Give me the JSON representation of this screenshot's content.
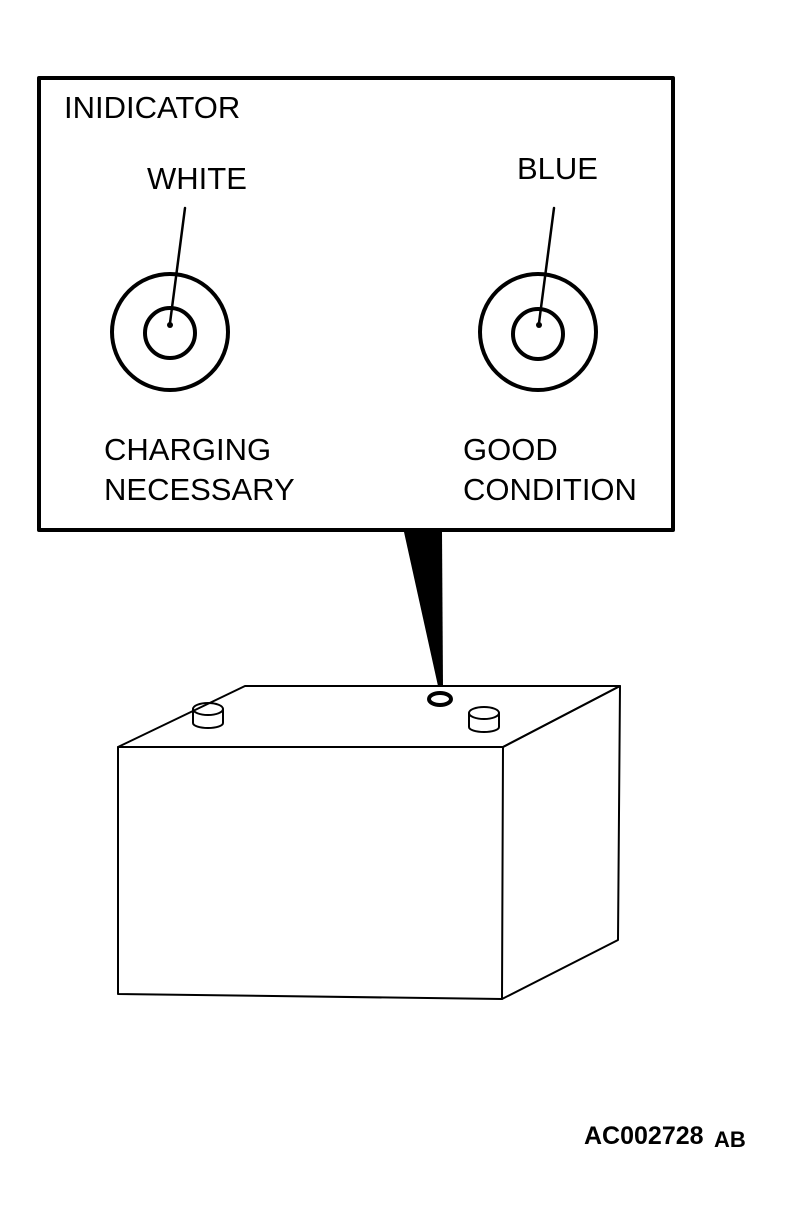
{
  "callout": {
    "title": "INIDICATOR",
    "left_indicator": {
      "color_label": "WHITE",
      "status_line1": "CHARGING",
      "status_line2": "NECESSARY"
    },
    "right_indicator": {
      "color_label": "BLUE",
      "status_line1": "GOOD",
      "status_line2": "CONDITION"
    }
  },
  "figure_code": {
    "main": "AC002728",
    "suffix": "AB"
  },
  "colors": {
    "line": "#000000",
    "background": "#ffffff"
  }
}
